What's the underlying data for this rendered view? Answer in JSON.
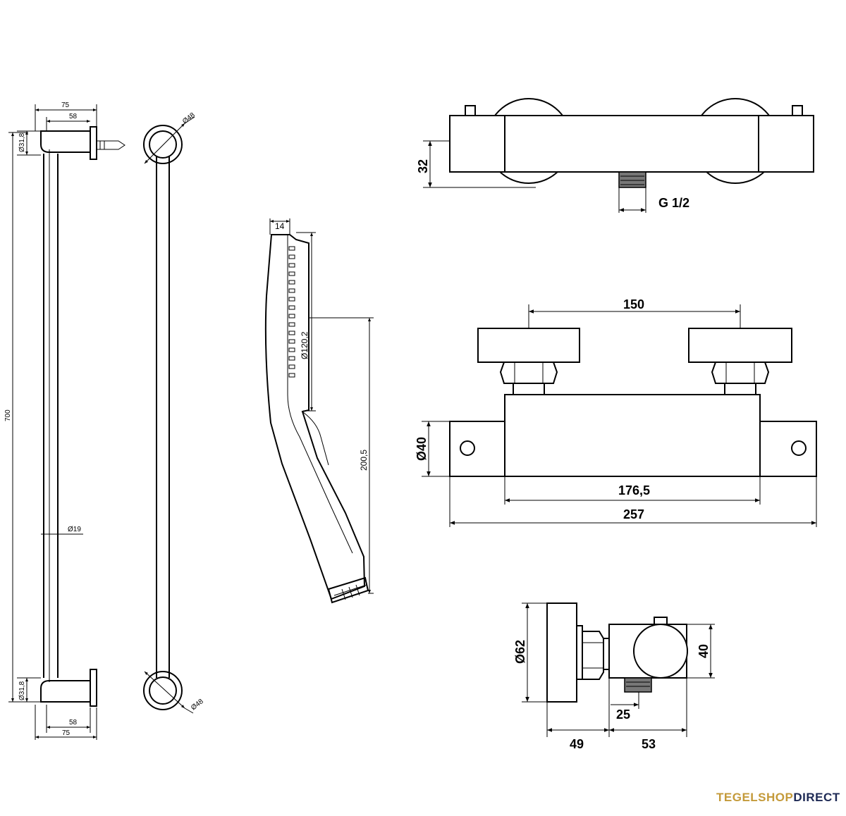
{
  "rail": {
    "top_width": "75",
    "top_inner": "58",
    "top_bracket_dia": "Ø31,8",
    "length": "700",
    "tube_dia": "Ø19",
    "bottom_bracket_dia": "Ø31,8",
    "bottom_inner": "58",
    "bottom_width": "75",
    "ring_top_dia": "Ø48",
    "ring_bottom_dia": "Ø48"
  },
  "hand_shower": {
    "thickness": "14",
    "head_dia": "Ø120,2",
    "length": "200,5"
  },
  "thermostat_top": {
    "height": "32",
    "thread": "G 1/2"
  },
  "thermostat_front": {
    "center_distance": "150",
    "body_height": "Ø40",
    "body_width": "176,5",
    "total_width": "257"
  },
  "thermostat_side": {
    "knob_dia": "Ø62",
    "body_height": "40",
    "outlet": "25",
    "depth_a": "49",
    "depth_b": "53"
  },
  "brand": {
    "part1": "TEGELSHOP",
    "part2": "DIRECT"
  }
}
